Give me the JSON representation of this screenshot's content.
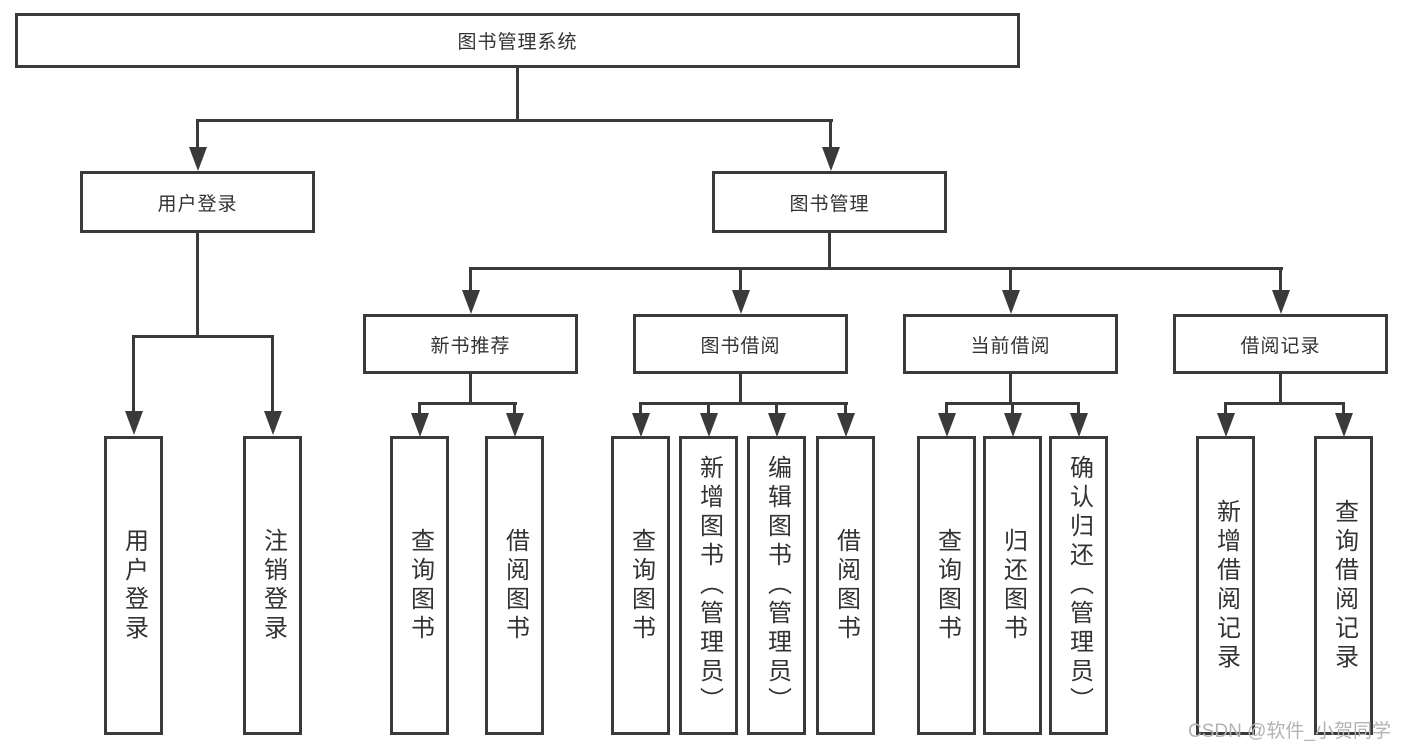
{
  "diagram": {
    "root": {
      "label": "图书管理系统",
      "children": [
        {
          "label": "用户登录",
          "children": [
            {
              "label": "用户登录"
            },
            {
              "label": "注销登录"
            }
          ]
        },
        {
          "label": "图书管理",
          "children": [
            {
              "label": "新书推荐",
              "children": [
                {
                  "label": "查询图书"
                },
                {
                  "label": "借阅图书"
                }
              ]
            },
            {
              "label": "图书借阅",
              "children": [
                {
                  "label": "查询图书"
                },
                {
                  "label": "新增图书（管理员）"
                },
                {
                  "label": "编辑图书（管理员）"
                },
                {
                  "label": "借阅图书"
                }
              ]
            },
            {
              "label": "当前借阅",
              "children": [
                {
                  "label": "查询图书"
                },
                {
                  "label": "归还图书"
                },
                {
                  "label": "确认归还（管理员）"
                }
              ]
            },
            {
              "label": "借阅记录",
              "children": [
                {
                  "label": "新增借阅记录"
                },
                {
                  "label": "查询借阅记录"
                }
              ]
            }
          ]
        }
      ]
    }
  },
  "watermark": "CSDN @软件_小贺同学",
  "colors": {
    "line": "#3a3a3a",
    "box_border": "#3a3a3a",
    "box_background": "#ffffff",
    "text": "#333333",
    "watermark": "#b3b3b3",
    "page_background": "#ffffff"
  }
}
